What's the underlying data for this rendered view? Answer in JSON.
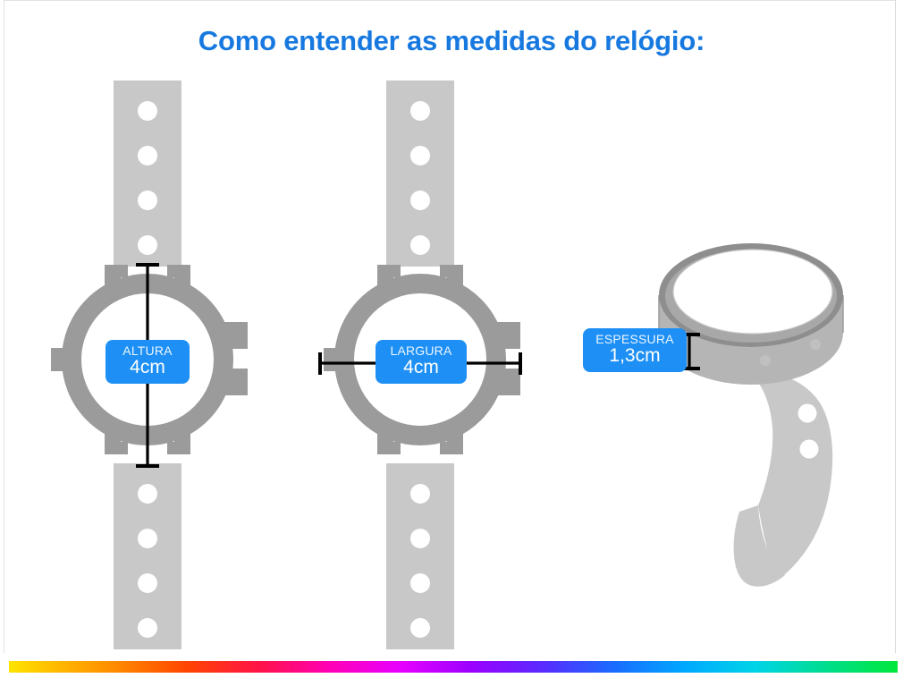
{
  "page": {
    "title": "Como entender as medidas do relógio:",
    "title_color": "#1779e0",
    "background": "#ffffff"
  },
  "theme": {
    "badge_bg": "#1e90f5",
    "badge_text": "#ffffff",
    "strap_grey": "#c8c8c8",
    "case_grey": "#9b9b9b",
    "case_side_grey": "#b5b5b5",
    "bezel_grey": "#8e8e8e",
    "dial_white": "#ffffff",
    "line_black": "#000000"
  },
  "diagrams": [
    {
      "id": "altura",
      "view": "front",
      "measure_axis": "vertical",
      "badge": {
        "caption": "ALTURA",
        "value": "4cm"
      },
      "strap_holes": 4
    },
    {
      "id": "largura",
      "view": "front",
      "measure_axis": "horizontal",
      "badge": {
        "caption": "LARGURA",
        "value": "4cm"
      },
      "strap_holes": 4
    },
    {
      "id": "espessura",
      "view": "side",
      "measure_axis": "vertical",
      "badge": {
        "caption": "ESPESSURA",
        "value": "1,3cm"
      },
      "strap_holes": 2
    }
  ],
  "footer": {
    "rainbow_stops": [
      "#ffe400",
      "#ffc400",
      "#ff8a00",
      "#ff4500",
      "#ff1446",
      "#ff00b4",
      "#e800ff",
      "#9b00ff",
      "#5a2aff",
      "#1a6bff",
      "#00a8ff",
      "#00d4e8",
      "#00dd8c",
      "#00e83c"
    ]
  }
}
